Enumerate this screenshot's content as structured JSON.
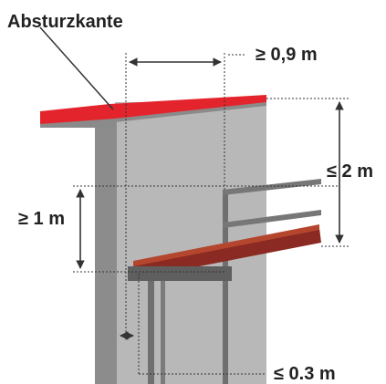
{
  "labels": {
    "edge": "Absturzkante",
    "min_width": "≥ 0,9 m",
    "max_height": "≤ 2 m",
    "min_height": "≥ 1 m",
    "max_gap": "≤ 0.3 m"
  },
  "colors": {
    "roof_edge": "#e4242c",
    "wall": "#9b9b9b",
    "wall_shade": "#b5b5b5",
    "scaffold": "#6f6f6f",
    "deck": "#8a2a22",
    "dims": "#333333"
  }
}
